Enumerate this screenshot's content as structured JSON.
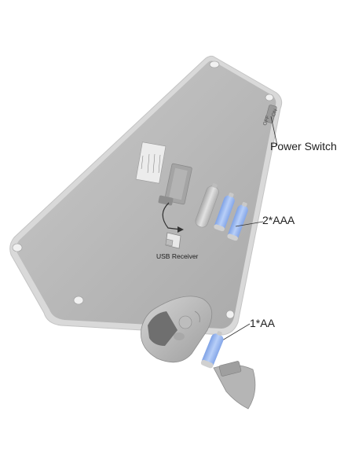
{
  "labels": {
    "power_switch": "Power Switch",
    "batteries_keyboard": "2*AAA",
    "batteries_mouse": "1*AA",
    "usb_receiver": "USB Receiver",
    "switch_off": "OFF",
    "switch_on": "ON"
  },
  "colors": {
    "keyboard_body": "#b9b9b9",
    "keyboard_rim": "#d6d6d6",
    "battery_blue": "#9fbdf2",
    "battery_gray": "#c8c8c8",
    "mouse_body": "#c4c4c4"
  }
}
